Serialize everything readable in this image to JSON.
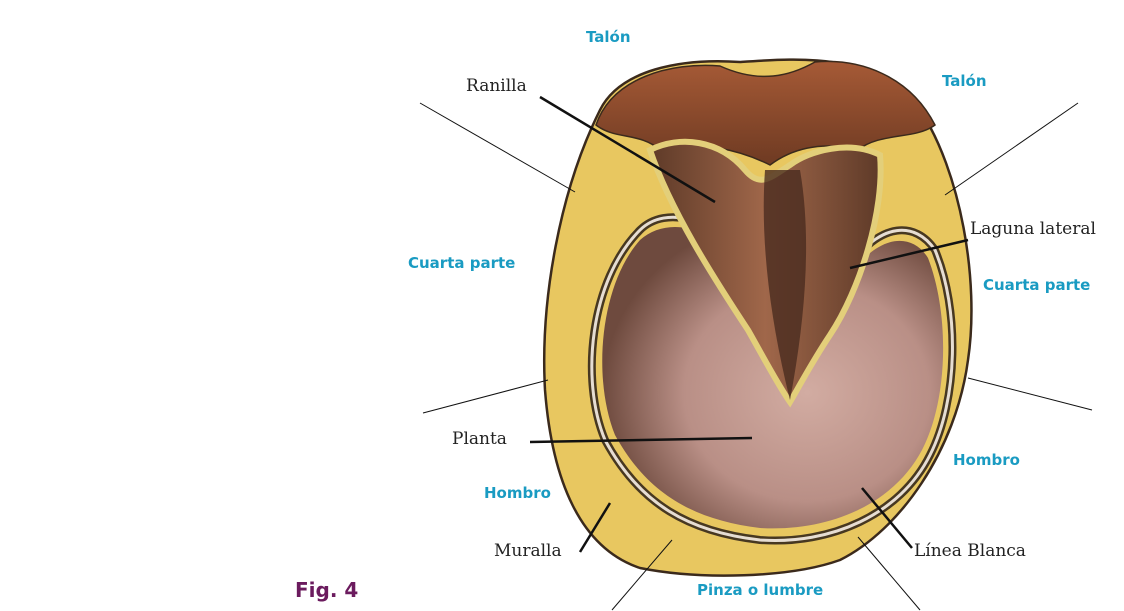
{
  "figure_label": "Fig. 4",
  "regions": {
    "heel_left": "Talón",
    "heel_right": "Talón",
    "quarter_left": "Cuarta parte",
    "quarter_right": "Cuarta parte",
    "shoulder_left": "Hombro",
    "shoulder_right": "Hombro",
    "toe": "Pinza o lumbre"
  },
  "parts": {
    "frog": "Ranilla",
    "lateral_groove": "Laguna lateral",
    "sole": "Planta",
    "wall": "Muralla",
    "white_line": "Línea Blanca"
  },
  "colors": {
    "region_label": "#1a9bc2",
    "figure_label": "#6b1b5e",
    "wall": "#e8c760",
    "heel_bulb": "#8a4a2c",
    "sole": "#b98f86",
    "frog": "#8b5a3c"
  }
}
